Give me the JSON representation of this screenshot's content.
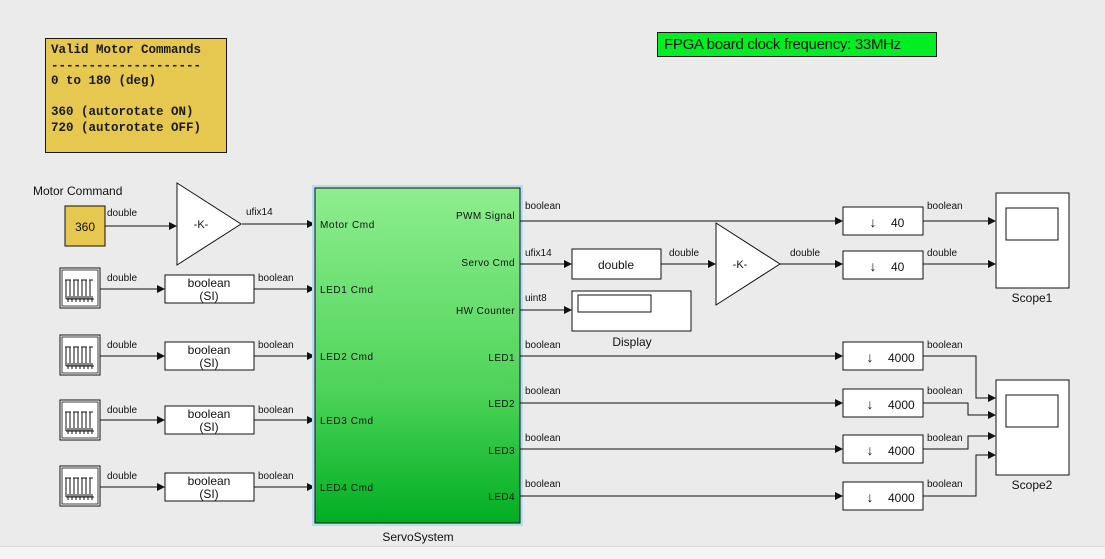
{
  "notes": {
    "valid_commands": [
      "Valid Motor Commands",
      "--------------------",
      "0 to 180 (deg)",
      "",
      "360 (autorotate ON)",
      "720 (autorotate OFF)"
    ],
    "clock": "FPGA board clock frequency:  33MHz"
  },
  "blocks": {
    "motor_command": {
      "label": "Motor Command",
      "value": "360"
    },
    "gain_in": "-K-",
    "gain_out": "-K-",
    "converters": {
      "line1": "boolean",
      "line2": "(SI)"
    },
    "servo_system": "ServoSystem",
    "double_convert": "double",
    "display": "Display",
    "rate_small": "40",
    "rate_large": "4000",
    "rate_arrow": "↓",
    "scope1": "Scope1",
    "scope2": "Scope2"
  },
  "ports": {
    "inputs": [
      "Motor Cmd",
      "LED1 Cmd",
      "LED2 Cmd",
      "LED3 Cmd",
      "LED4 Cmd"
    ],
    "outputs": [
      "PWM Signal",
      "Servo Cmd",
      "HW Counter",
      "LED1",
      "LED2",
      "LED3",
      "LED4"
    ]
  },
  "signal_types": {
    "double": "double",
    "boolean": "boolean",
    "ufix14": "ufix14",
    "uint8": "uint8"
  },
  "colors": {
    "canvas": "#ebebeb",
    "note": "#e6c850",
    "clock_note": "#00ee22",
    "constant": "#e6c850",
    "subsystem_top": "#88ee88",
    "subsystem_bottom": "#00b024"
  }
}
